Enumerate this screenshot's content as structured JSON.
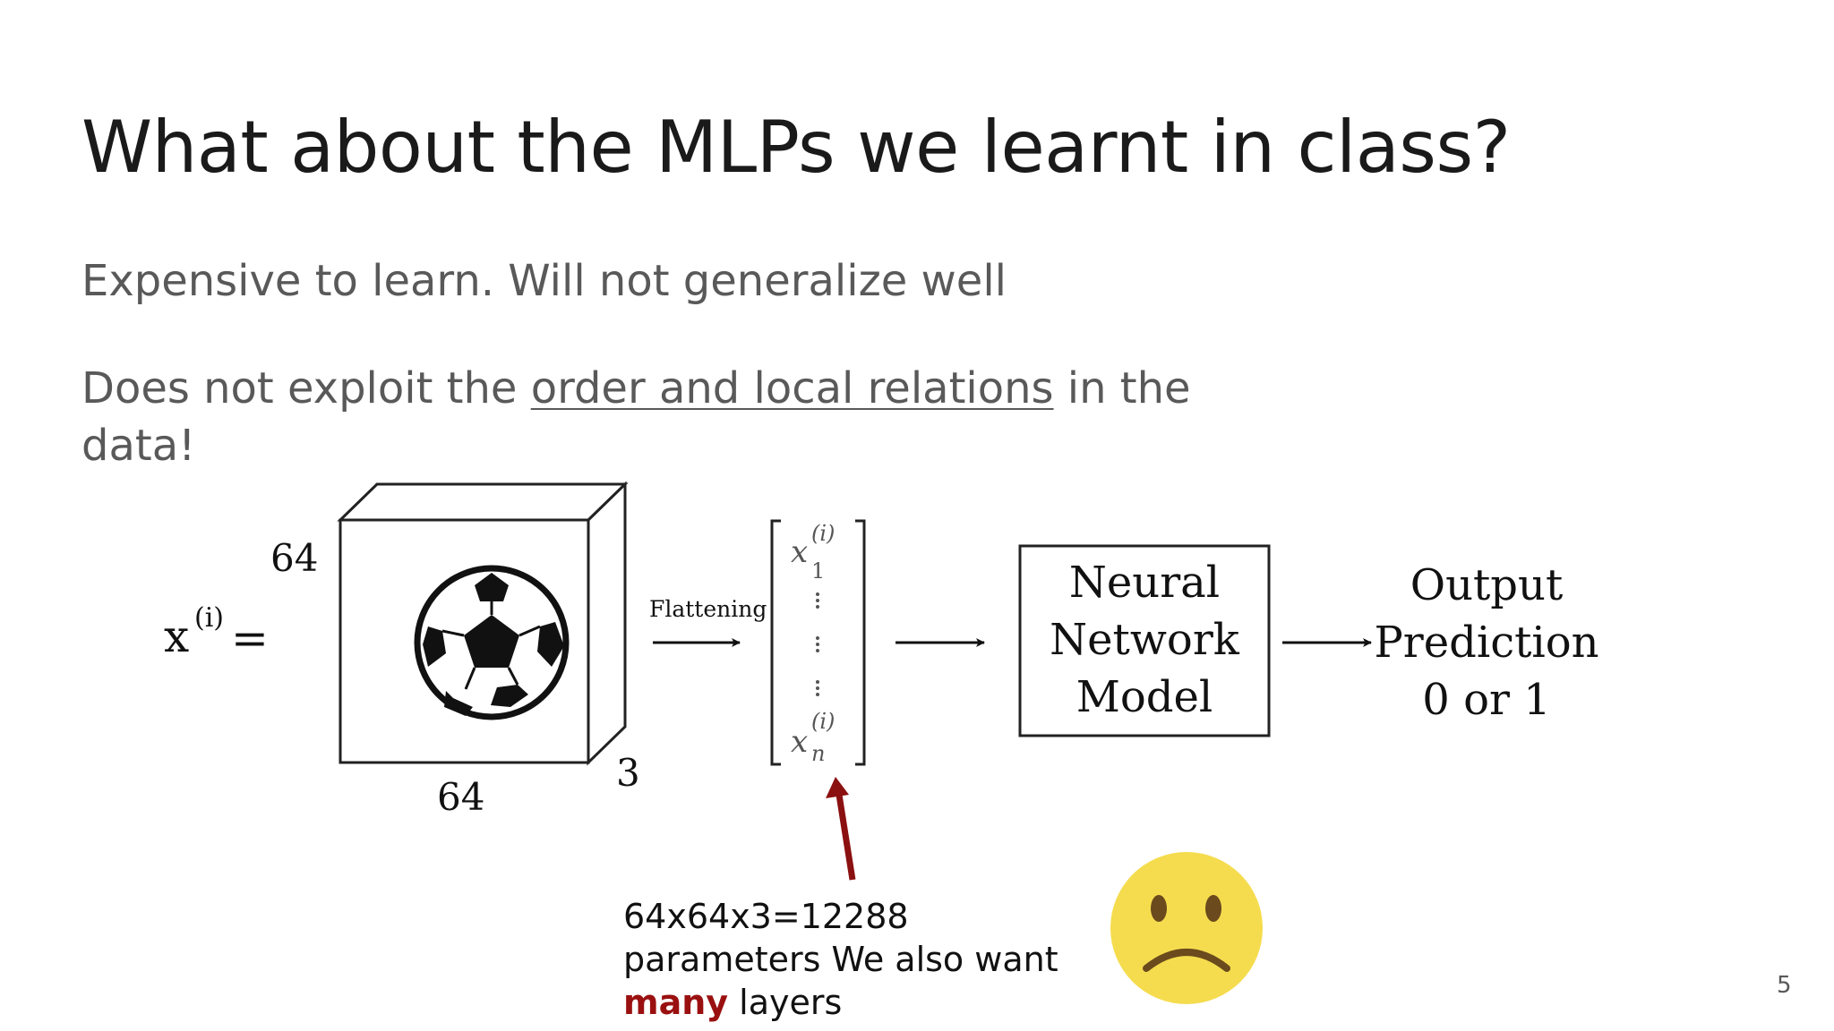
{
  "slide": {
    "title": "What about the MLPs we learnt in class?",
    "bullet1": "Expensive to learn. Will not generalize well",
    "bullet2_pre": "Does not exploit the ",
    "bullet2_underlined": "order and local relations",
    "bullet2_post": " in the data!",
    "page_number": "5"
  },
  "diagram": {
    "input_lhs": "x",
    "input_sup": "(i)",
    "equals": "=",
    "dim_height": "64",
    "dim_width": "64",
    "dim_depth": "3",
    "flatten_label": "Flattening",
    "vector_top_var": "x",
    "vector_top_sub": "1",
    "vector_bottom_var": "x",
    "vector_bottom_sub": "n",
    "vector_sup": "(i)",
    "box_line1": "Neural",
    "box_line2": "Network",
    "box_line3": "Model",
    "output_line1": "Output",
    "output_line2": "Prediction",
    "output_line3": "0 or 1"
  },
  "annotation": {
    "line1": "64x64x3=12288",
    "line2": "parameters We also want",
    "emphasis": "many",
    "line3_rest": " layers",
    "emphasis_color": "#9a1010",
    "arrow_color": "#8b1010"
  },
  "emoji": {
    "icon": "sad-face-emoji",
    "face_color": "#f5dc4e"
  }
}
